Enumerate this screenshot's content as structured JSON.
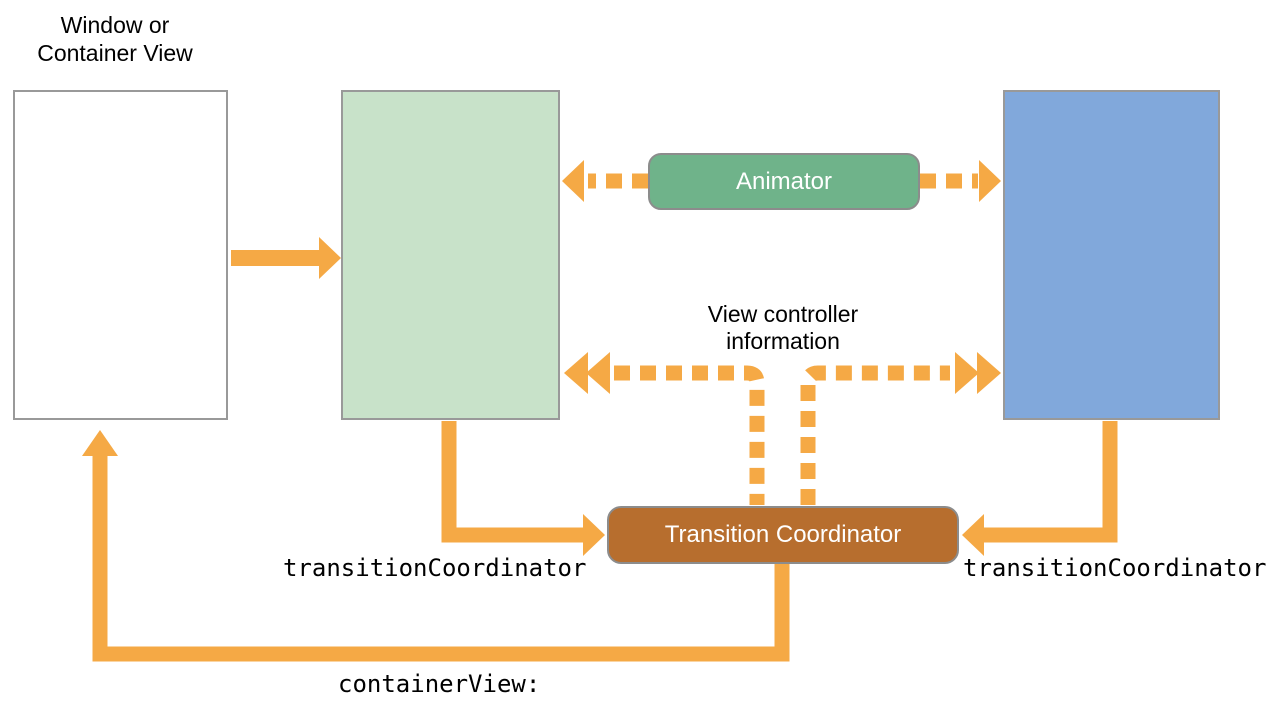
{
  "colors": {
    "arrow": "#F5A945",
    "animator_fill": "#6FB38A",
    "coordinator_fill": "#B76E2E",
    "from_view_fill": "#C8E2C9",
    "to_view_fill": "#81A8DB",
    "box_border": "#999999",
    "pill_border": "#8C8C8C",
    "text": "#000000",
    "pill_text": "#FFFFFF"
  },
  "nodes": {
    "window": {
      "title_line1": "Window or",
      "title_line2": "Container View"
    },
    "animator": {
      "label": "Animator"
    },
    "coordinator": {
      "label": "Transition Coordinator"
    }
  },
  "annotations": {
    "info_line1": "View controller",
    "info_line2": "information",
    "coordinator_property_left": "transitionCoordinator",
    "coordinator_property_right": "transitionCoordinator",
    "container_view_property": "containerView:"
  }
}
